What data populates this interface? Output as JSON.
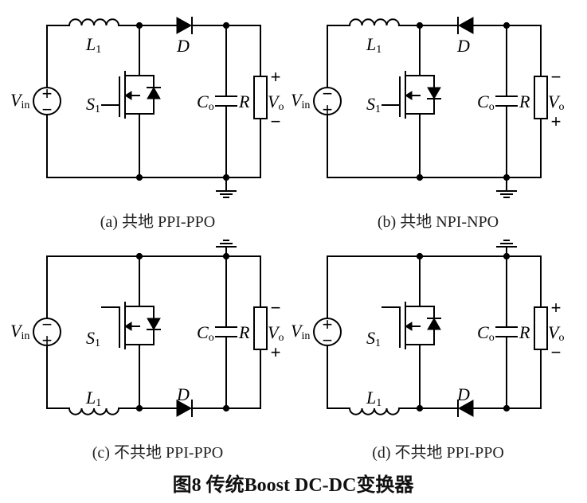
{
  "figure": {
    "title": "图8  传统Boost DC-DC变换器",
    "panels": [
      {
        "id": "a",
        "caption": "(a)  共地 PPI-PPO",
        "inductor_label": "L",
        "inductor_sub": "1",
        "diode_label": "D",
        "switch_label": "S",
        "switch_sub": "1",
        "source_label": "V",
        "source_sub": "in",
        "source_top_sign": "+",
        "source_bottom_sign": "−",
        "cap_label": "C",
        "cap_sub": "o",
        "res_label": "R",
        "vout_label": "V",
        "vout_sub": "o",
        "vout_top_sign": "+",
        "vout_bottom_sign": "−",
        "diode_direction": "right",
        "inductor_position": "top",
        "ground_position": "bottom"
      },
      {
        "id": "b",
        "caption": "(b)  共地 NPI-NPO",
        "inductor_label": "L",
        "inductor_sub": "1",
        "diode_label": "D",
        "switch_label": "S",
        "switch_sub": "1",
        "source_label": "V",
        "source_sub": "in",
        "source_top_sign": "−",
        "source_bottom_sign": "+",
        "cap_label": "C",
        "cap_sub": "o",
        "res_label": "R",
        "vout_label": "V",
        "vout_sub": "o",
        "vout_top_sign": "−",
        "vout_bottom_sign": "+",
        "diode_direction": "left",
        "inductor_position": "top",
        "ground_position": "bottom"
      },
      {
        "id": "c",
        "caption": "(c)  不共地 PPI-PPO",
        "inductor_label": "L",
        "inductor_sub": "1",
        "diode_label": "D",
        "switch_label": "S",
        "switch_sub": "1",
        "source_label": "V",
        "source_sub": "in",
        "source_top_sign": "−",
        "source_bottom_sign": "+",
        "cap_label": "C",
        "cap_sub": "o",
        "res_label": "R",
        "vout_label": "V",
        "vout_sub": "o",
        "vout_top_sign": "−",
        "vout_bottom_sign": "+",
        "diode_direction": "right",
        "inductor_position": "bottom",
        "ground_position": "top"
      },
      {
        "id": "d",
        "caption": "(d)  不共地 PPI-PPO",
        "inductor_label": "L",
        "inductor_sub": "1",
        "diode_label": "D",
        "switch_label": "S",
        "switch_sub": "1",
        "source_label": "V",
        "source_sub": "in",
        "source_top_sign": "+",
        "source_bottom_sign": "−",
        "cap_label": "C",
        "cap_sub": "o",
        "res_label": "R",
        "vout_label": "V",
        "vout_sub": "o",
        "vout_top_sign": "+",
        "vout_bottom_sign": "−",
        "diode_direction": "left",
        "inductor_position": "bottom",
        "ground_position": "top"
      }
    ]
  }
}
